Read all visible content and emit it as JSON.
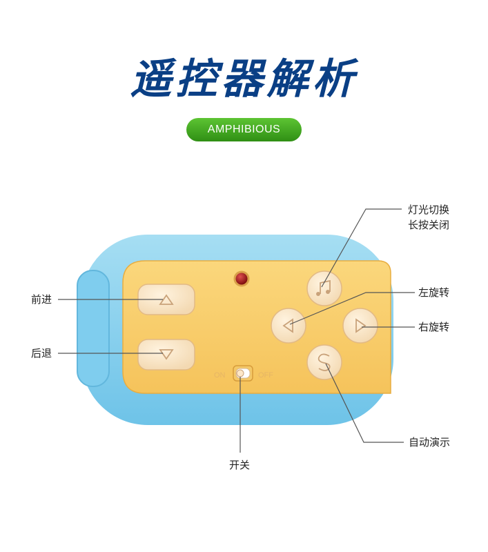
{
  "header": {
    "title": "遥控器解析",
    "badge": "AMPHIBIOUS"
  },
  "remote": {
    "on_label": "ON",
    "off_label": "OFF"
  },
  "callouts": {
    "forward": "前进",
    "backward": "后退",
    "light_line1": "灯光切换",
    "light_line2": "长按关闭",
    "rotate_left": "左旋转",
    "rotate_right": "右旋转",
    "auto_demo": "自动演示",
    "power_switch": "开关"
  },
  "colors": {
    "title": "#0a3f85",
    "badge": "#3ea51f",
    "shell": "#8fd4ef",
    "panel": "#f9cf6c",
    "button": "#fbe6c6",
    "indicator": "#b30f0f",
    "callout_line": "#555555",
    "label_text": "#222222"
  },
  "icons": {
    "forward_button": "triangle-up-icon",
    "backward_button": "triangle-down-icon",
    "light_button": "music-note-icon",
    "left_button": "triangle-left-icon",
    "right_button": "triangle-right-icon",
    "auto_button": "swirl-icon"
  }
}
